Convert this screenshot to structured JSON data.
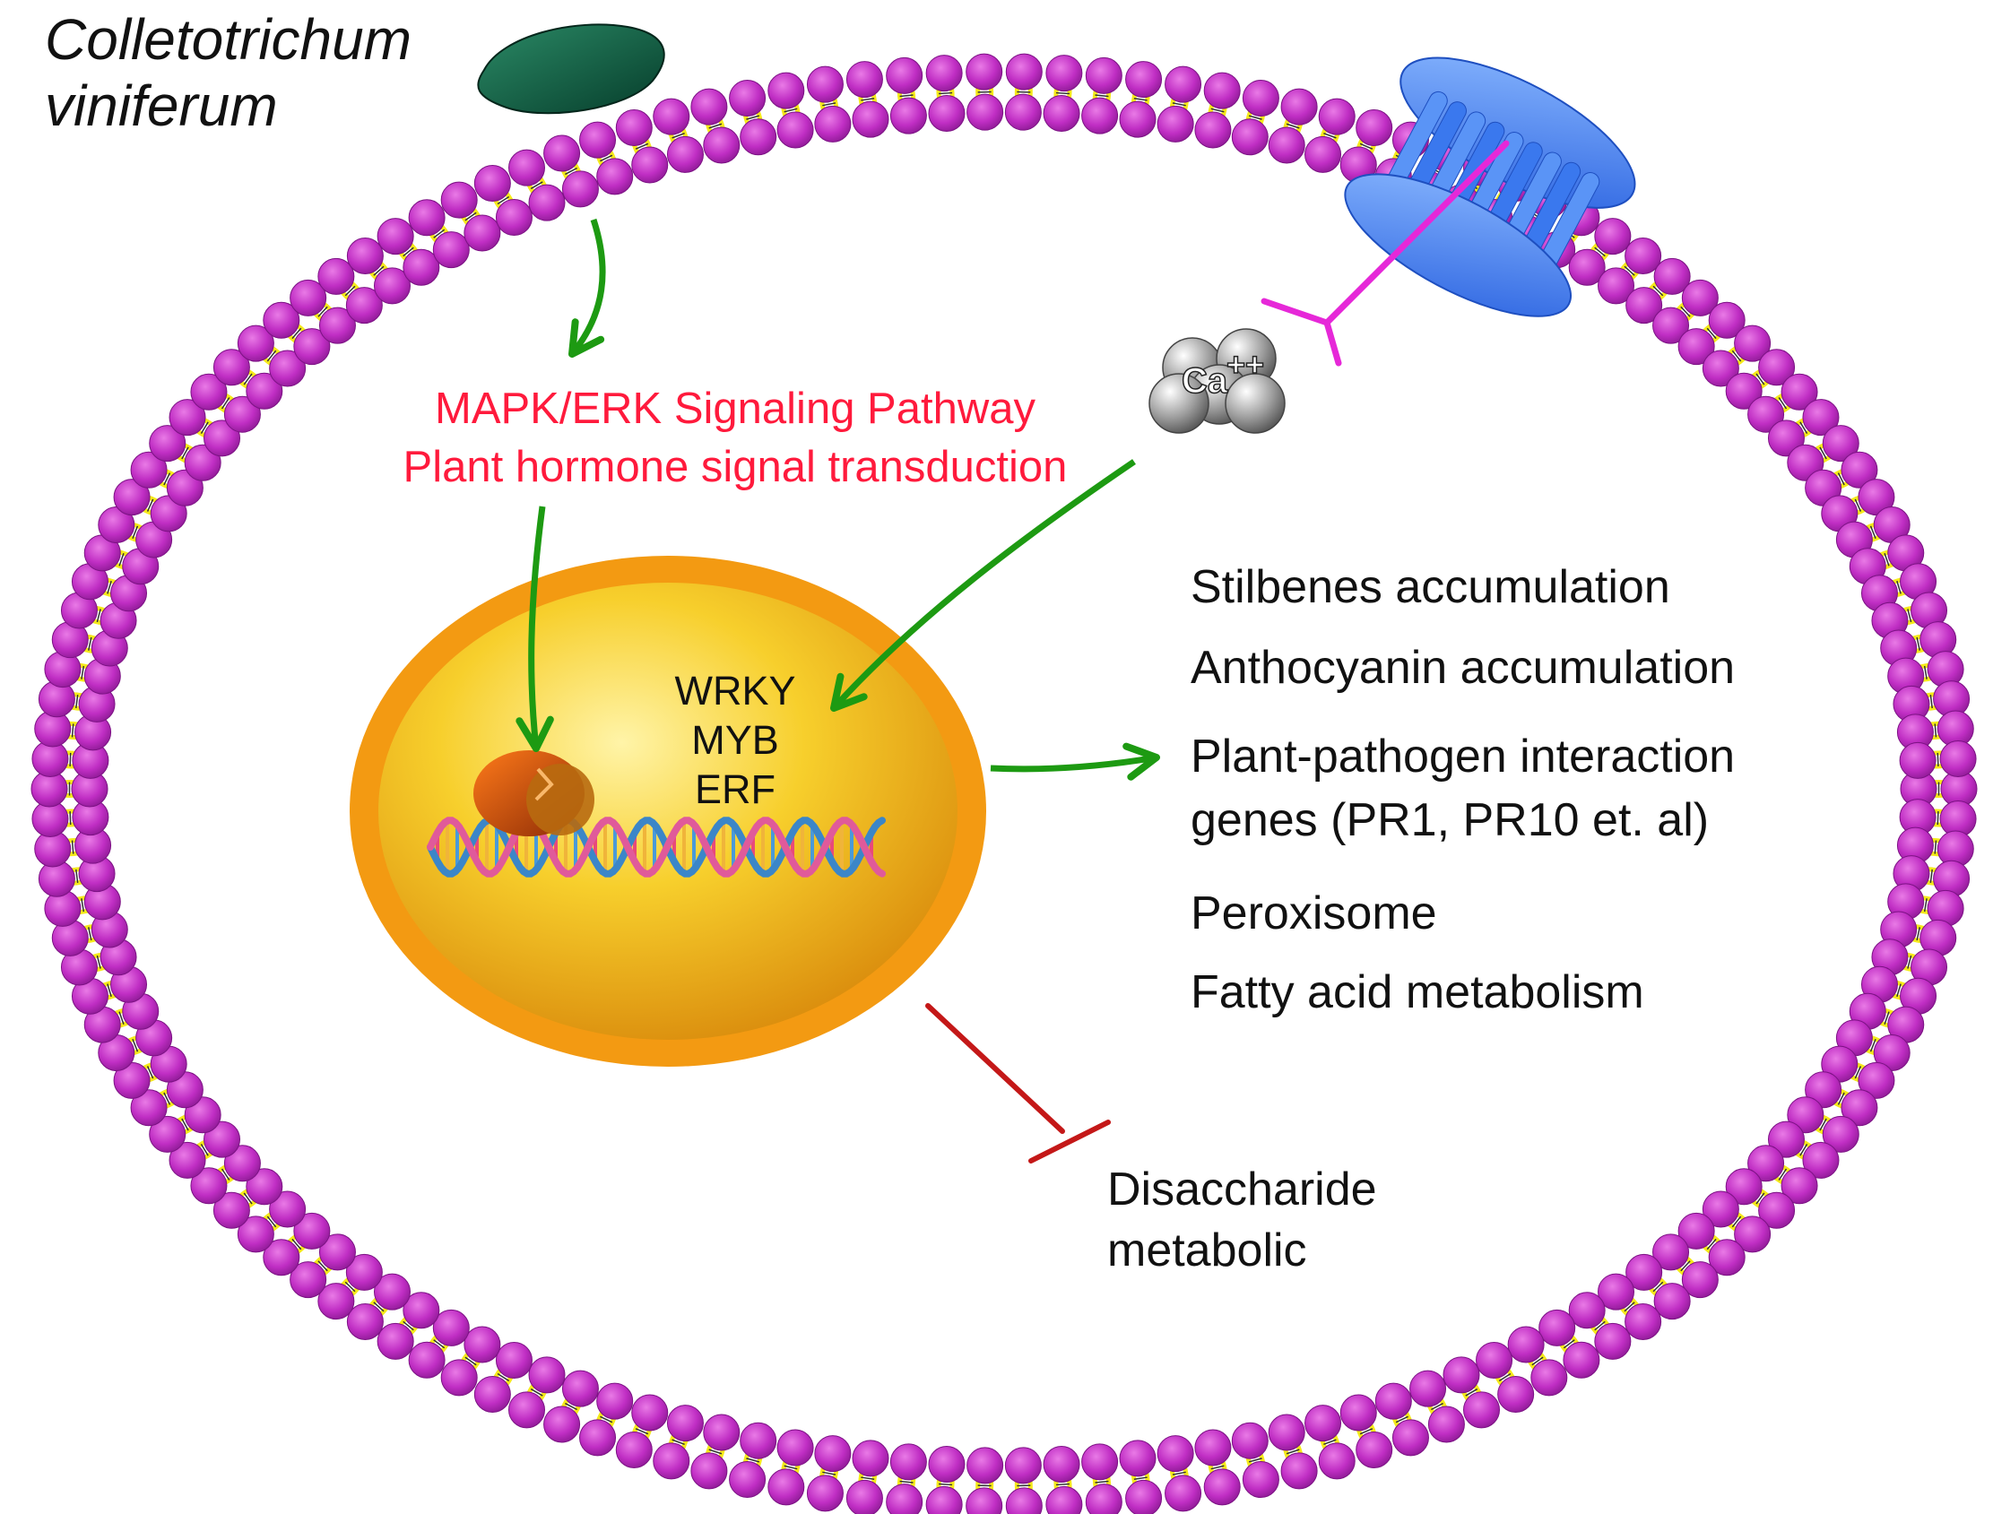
{
  "colors": {
    "membrane_head": "#c02ec4",
    "membrane_tail": "#f5ea1a",
    "activation_arrow": "#1d9a12",
    "inhibition": "#c41818",
    "pathway_text": "#ff1a3c",
    "channel": "#3a78ee",
    "receptor": "#e628d8",
    "pathogen_body": "#0d5e43",
    "nucleus_rim": "#f39a12",
    "nucleus_core": "#f2c21c"
  },
  "pathogen": {
    "line1": "Colletotrichum",
    "line2": "viniferum",
    "icon": "fungal-spore-icon"
  },
  "pathways": {
    "line1": "MAPK/ERK Signaling Pathway",
    "line2": "Plant hormone signal transduction"
  },
  "calcium": {
    "symbol": "Ca",
    "charge": "++",
    "icon": "calcium-ion-icon"
  },
  "nucleus": {
    "transcription_factors": [
      "WRKY",
      "MYB",
      "ERF"
    ],
    "icons": [
      "dna-helix-icon",
      "transcription-factor-icon"
    ]
  },
  "upregulated": {
    "stilbenes": "Stilbenes accumulation",
    "anthocyanin": "Anthocyanin accumulation",
    "ppi_line1": "Plant-pathogen interaction",
    "ppi_line2": "genes (PR1, PR10 et. al)",
    "peroxisome": "Peroxisome",
    "fatty_acid": "Fatty acid metabolism"
  },
  "inhibited": {
    "line1": "Disaccharide",
    "line2": "metabolic"
  },
  "membrane": {
    "icon": "lipid-bilayer-icon"
  },
  "channel": {
    "icon": "ion-channel-icon"
  },
  "receptor": {
    "icon": "receptor-icon"
  }
}
